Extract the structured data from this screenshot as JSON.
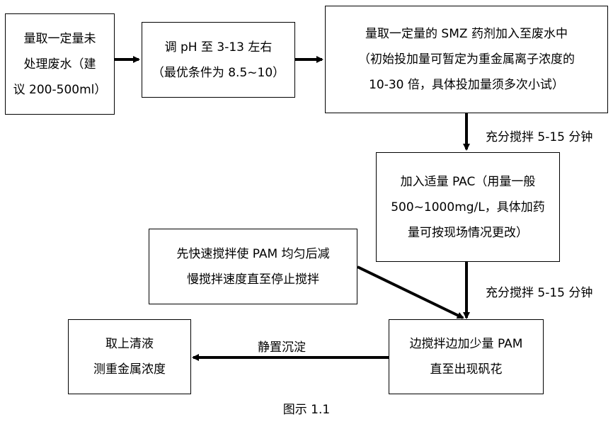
{
  "boxes": {
    "sample": {
      "lines": [
        "量取一定量未",
        "处理废水（建",
        "议 200-500ml）"
      ]
    },
    "ph": {
      "lines": [
        "调 pH 至 3-13 左右",
        "（最优条件为 8.5~10）"
      ]
    },
    "smz": {
      "lines": [
        "量取一定量的 SMZ 药剂加入至废水中",
        "（初始投加量可暂定为重金属离子浓度的",
        "10-30 倍，具体投加量须多次小试）"
      ]
    },
    "pac": {
      "lines": [
        "加入适量 PAC（用量一般",
        "500~1000mg/L，具体加药",
        "量可按现场情况更改）"
      ]
    },
    "stir_note": {
      "lines": [
        "先快速搅拌使 PAM 均匀后减",
        "慢搅拌速度直至停止搅拌"
      ]
    },
    "pam": {
      "lines": [
        "边搅拌边加少量 PAM",
        "直至出现矾花"
      ]
    },
    "measure": {
      "lines": [
        "取上清液",
        "测重金属浓度"
      ]
    }
  },
  "edge_labels": {
    "stir1": "充分搅拌 5-15 分钟",
    "stir2": "充分搅拌 5-15 分钟",
    "settle": "静置沉淀"
  },
  "caption": "图示 1.1"
}
